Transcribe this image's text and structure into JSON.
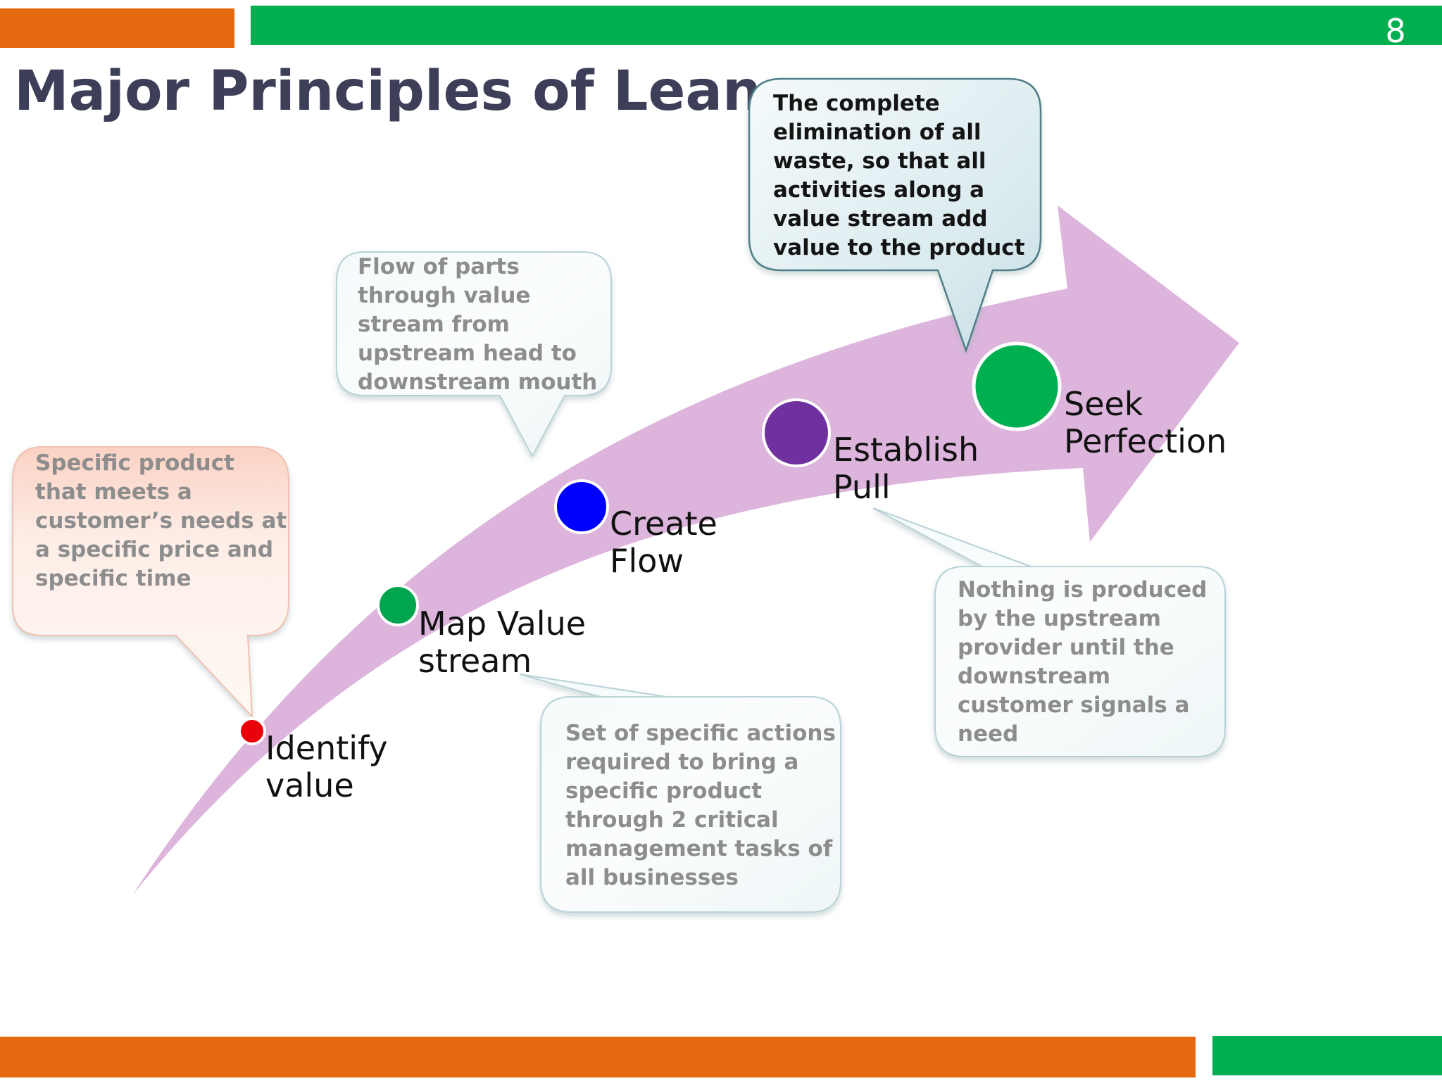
{
  "slide": {
    "page_number": "8",
    "title": "Major Principles of Lean",
    "colors": {
      "orange": "#e4690f",
      "green": "#00b050",
      "arrow": "#dcb4dc",
      "title": "#3d3f58"
    }
  },
  "steps": [
    {
      "lines": [
        "Identify",
        "value"
      ],
      "dot_color": "#e8000b"
    },
    {
      "lines": [
        "Map Value",
        "stream"
      ],
      "dot_color": "#00a54f"
    },
    {
      "lines": [
        "Create",
        "Flow"
      ],
      "dot_color": "#0000ff"
    },
    {
      "lines": [
        "Establish",
        "Pull"
      ],
      "dot_color": "#7030a0"
    },
    {
      "lines": [
        "Seek",
        "Perfection"
      ],
      "dot_color": "#00b050"
    }
  ],
  "callouts": {
    "value": [
      "Specific product",
      "that meets a",
      "customer’s needs at",
      "a specific price and",
      "specific time"
    ],
    "flow": [
      "Flow of parts",
      "through value",
      "stream from",
      "upstream head to",
      "downstream mouth"
    ],
    "perfection": [
      "The complete",
      "elimination of all",
      "waste, so that all",
      "activities along a",
      "value stream add",
      "value to the product"
    ],
    "pull": [
      "Nothing is produced",
      "by the upstream",
      "provider until the",
      "downstream",
      "customer signals a",
      "need"
    ],
    "value_stream": [
      "Set of specific actions",
      "required to bring a",
      "specific product",
      "through 2 critical",
      "management tasks of",
      "all businesses"
    ]
  }
}
